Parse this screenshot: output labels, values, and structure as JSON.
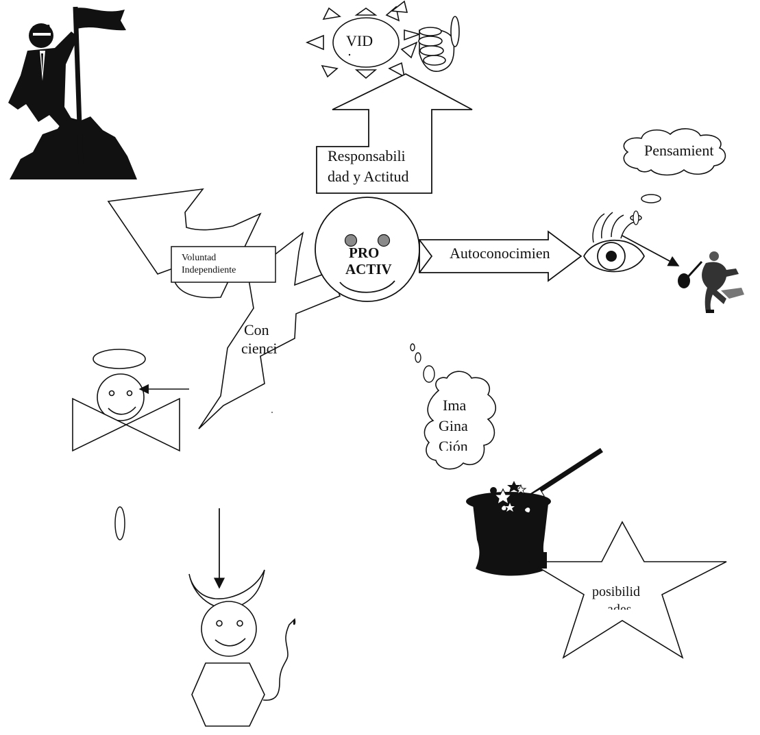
{
  "labels": {
    "vid": "VID",
    "responsabilidad_1": "Responsabili",
    "responsabilidad_2": "dad y Actitud",
    "pensamiento": "Pensamient",
    "voluntad_1": "Voluntad",
    "voluntad_2": "Independiente",
    "pro": "PRO",
    "activ": "ACTIV",
    "autoconocimiento": "Autoconocimien",
    "conciencia_1": "Con",
    "conciencia_2": "cienci",
    "imaginacion_1": "Ima",
    "imaginacion_2": "Gina",
    "imaginacion_3": "Ción",
    "posibilidades_1": "posibilid",
    "posibilidades_2": "ades"
  },
  "colors": {
    "stroke": "#111111",
    "fill_dark": "#0a0a0a",
    "eye_grey": "#8a8a8a",
    "background": "#ffffff"
  }
}
